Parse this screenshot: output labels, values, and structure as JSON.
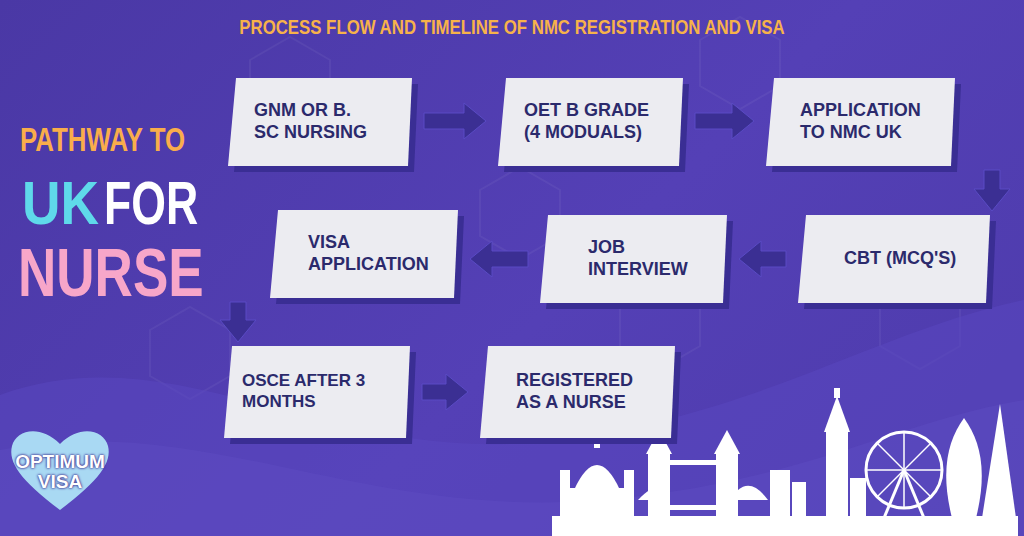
{
  "diagram": {
    "title": "PROCESS FLOW AND TIMELINE OF NMC REGISTRATION AND VISA",
    "nodes": [
      {
        "text": [
          "GNM OR B. SC NURSING"
        ]
      },
      {
        "text": [
          "OET B GRADE (4 MODUALS)"
        ]
      },
      {
        "text": [
          "APPLICATION TO NMC UK"
        ]
      },
      {
        "text": [
          "CBT (MCQ'S)"
        ]
      },
      {
        "text": [
          "JOB INTERVIEW"
        ]
      },
      {
        "text": [
          "VISA APPLICATION"
        ]
      },
      {
        "text": [
          "OSCE AFTER 3 MONTHS"
        ]
      },
      {
        "text": [
          "REGISTERED AS A NURSE"
        ]
      }
    ],
    "edges": [
      {
        "from": 0,
        "to": 1,
        "arrow": "to"
      },
      {
        "from": 1,
        "to": 2,
        "arrow": "to"
      },
      {
        "from": 2,
        "to": 3,
        "arrow": "to"
      },
      {
        "from": 3,
        "to": 4,
        "arrow": "to"
      },
      {
        "from": 4,
        "to": 5,
        "arrow": "to"
      },
      {
        "from": 5,
        "to": 6,
        "arrow": "to"
      },
      {
        "from": 6,
        "to": 7,
        "arrow": "to"
      }
    ],
    "labels": [
      "PATHWAY TO",
      "UK",
      "FOR",
      "NURSE",
      "OPTIMUM VISA"
    ]
  }
}
